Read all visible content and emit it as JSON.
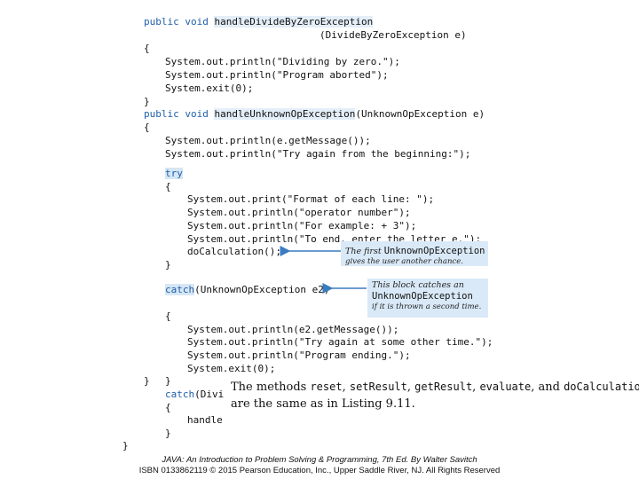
{
  "code": {
    "l1_kw": "public void ",
    "l1_name": "handleDivideByZeroException",
    "l2": "(DivideByZeroException e)",
    "l3": "{",
    "l4": "System.out.println(\"Dividing by zero.\");",
    "l5": "System.out.println(\"Program aborted\");",
    "l6": "System.exit(0);",
    "l7": "}",
    "l8_kw": "public void ",
    "l8_name": "handleUnknownOpException",
    "l8_rest": "(UnknownOpException e)",
    "l9": "{",
    "l10": "System.out.println(e.getMessage());",
    "l11": "System.out.println(\"Try again from the beginning:\");",
    "l12_kw": "try",
    "l13": "{",
    "l14": "System.out.print(\"Format of each line: \");",
    "l15": "System.out.println(\"operator number\");",
    "l16": "System.out.println(\"For example: + 3\");",
    "l17": "System.out.println(\"To end, enter the letter e.\");",
    "l18": "doCalculation();",
    "l19": "}",
    "l20_kw": "catch",
    "l20_rest": "(UnknownOpException e2)",
    "l21": "{",
    "l22": "System.out.println(e2.getMessage());",
    "l23": "System.out.println(\"Try again at some other time.\");",
    "l24": "System.out.println(\"Program ending.\");",
    "l25": "System.exit(0);",
    "l26": "}",
    "l27": "}",
    "l28_kw": "catch",
    "l28_rest": "(Divi",
    "l29": "{",
    "l30": "handle",
    "l31": "}",
    "l32": "}",
    "l33": "}"
  },
  "callouts": {
    "first_text_prefix": "The first ",
    "first_mono": "UnknownOpException",
    "first_line2": "gives the user another chance.",
    "second_line1": "This block catches an",
    "second_mono": "UnknownOpException",
    "second_line3": "if it is thrown a second time."
  },
  "note": {
    "p1": "The methods ",
    "m1": "reset",
    "s1": ", ",
    "m2": "setResult",
    "s2": ", ",
    "m3": "getResult",
    "s3": ", ",
    "m4": "evaluate",
    "s4": ", and ",
    "m5": "doCalculation",
    "line2": "are the same as in Listing 9.11."
  },
  "footer": {
    "line1": "JAVA: An Introduction to Problem Solving & Programming, 7th Ed. By Walter Savitch",
    "line2": "ISBN 0133862119 © 2015 Pearson Education, Inc., Upper Saddle River, NJ. All Rights Reserved"
  },
  "colors": {
    "keyword": "#1f5fa8",
    "callout_bg": "#d9e9f7",
    "arrow": "#3a7cc0"
  }
}
